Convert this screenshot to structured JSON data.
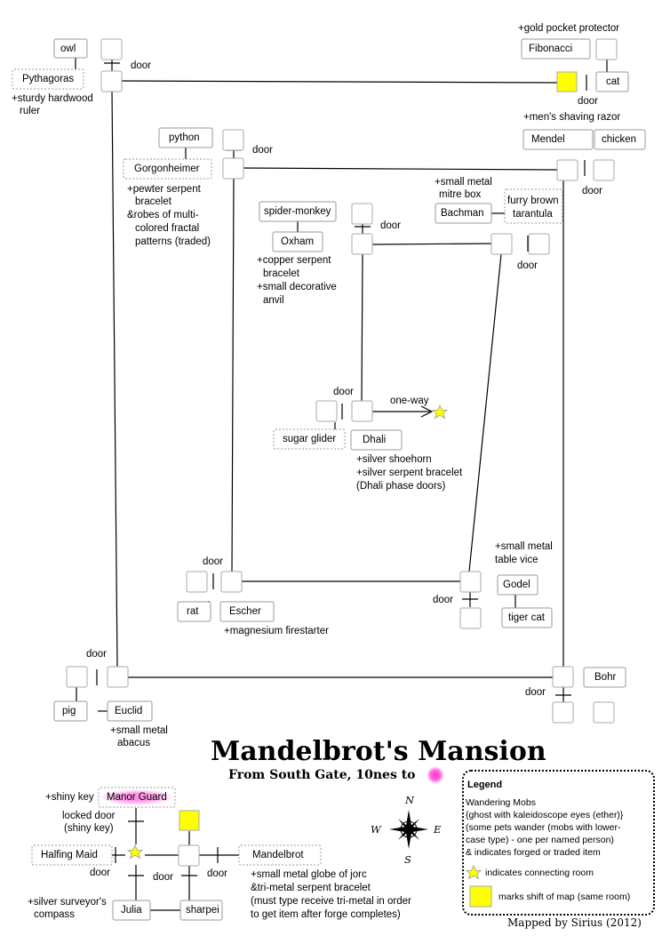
{
  "title": "Mandelbrot's Mansion",
  "subtitle": "From South Gate, 10nes to",
  "credit": "Mapped by Sirius (2012)",
  "colors": {
    "shift_marker": "#ffff00",
    "connecting_star": "#ffff00",
    "destination_marker": "#ff33cc",
    "manor_guard_highlight": "#ff66dd"
  },
  "compass": {
    "n": "N",
    "s": "S",
    "e": "E",
    "w": "W"
  },
  "legend": {
    "heading": "Legend",
    "lines": [
      "Wandering Mobs",
      "{ghost with kaleidoscope eyes (ether)}",
      "(some pets wander (mobs with lower-",
      "case type) - one per named person)",
      "& indicates forged or traded item"
    ],
    "star_text": "indicates connecting room",
    "square_text": "marks shift of map (same room)"
  },
  "names": {
    "owl": "owl",
    "pythagoras": "Pythagoras",
    "fibonacci": "Fibonacci",
    "cat": "cat",
    "mendel": "Mendel",
    "chicken": "chicken",
    "python": "python",
    "gorgonheimer": "Gorgonheimer",
    "spider_monkey": "spider-monkey",
    "oxham": "Oxham",
    "bachman": "Bachman",
    "furry_tarantula_1": "furry brown",
    "furry_tarantula_2": "tarantula",
    "sugar_glider": "sugar glider",
    "dhali": "Dhali",
    "rat": "rat",
    "escher": "Escher",
    "godel": "Godel",
    "tiger_cat": "tiger cat",
    "pig": "pig",
    "euclid": "Euclid",
    "bohr": "Bohr",
    "manor_guard": "Manor Guard",
    "halfing_maid": "Halfing Maid",
    "mandelbrot": "Mandelbrot",
    "julia": "Julia",
    "sharpei": "sharpei"
  },
  "labels": {
    "door": "door",
    "one_way": "one-way",
    "locked_door_1": "locked door",
    "locked_door_2": "(shiny key)",
    "pythagoras_item_1": "+sturdy hardwood",
    "pythagoras_item_2": "ruler",
    "fibonacci_item": "+gold pocket protector",
    "mendel_item": "+men's shaving razor",
    "gorgonheimer_items": [
      "+pewter serpent",
      "bracelet",
      "&robes of multi-",
      "colored fractal",
      "patterns (traded)"
    ],
    "bachman_items": [
      "+small metal",
      "mitre box"
    ],
    "oxham_items": [
      "+copper serpent",
      "bracelet",
      "+small decorative",
      "anvil"
    ],
    "dhali_items": [
      "+silver shoehorn",
      "+silver serpent bracelet",
      "(Dhali phase doors)"
    ],
    "godel_items": [
      "+small metal",
      "table vice"
    ],
    "escher_item": "+magnesium firestarter",
    "euclid_items": [
      "+small metal",
      "abacus"
    ],
    "shiny_key": "+shiny key",
    "mandelbrot_items": [
      "+small metal globe of jorc",
      "&tri-metal serpent bracelet",
      "(must type receive tri-metal in order",
      "to get item after forge completes)"
    ],
    "julia_item_1": "+silver surveyor's",
    "julia_item_2": "compass"
  }
}
